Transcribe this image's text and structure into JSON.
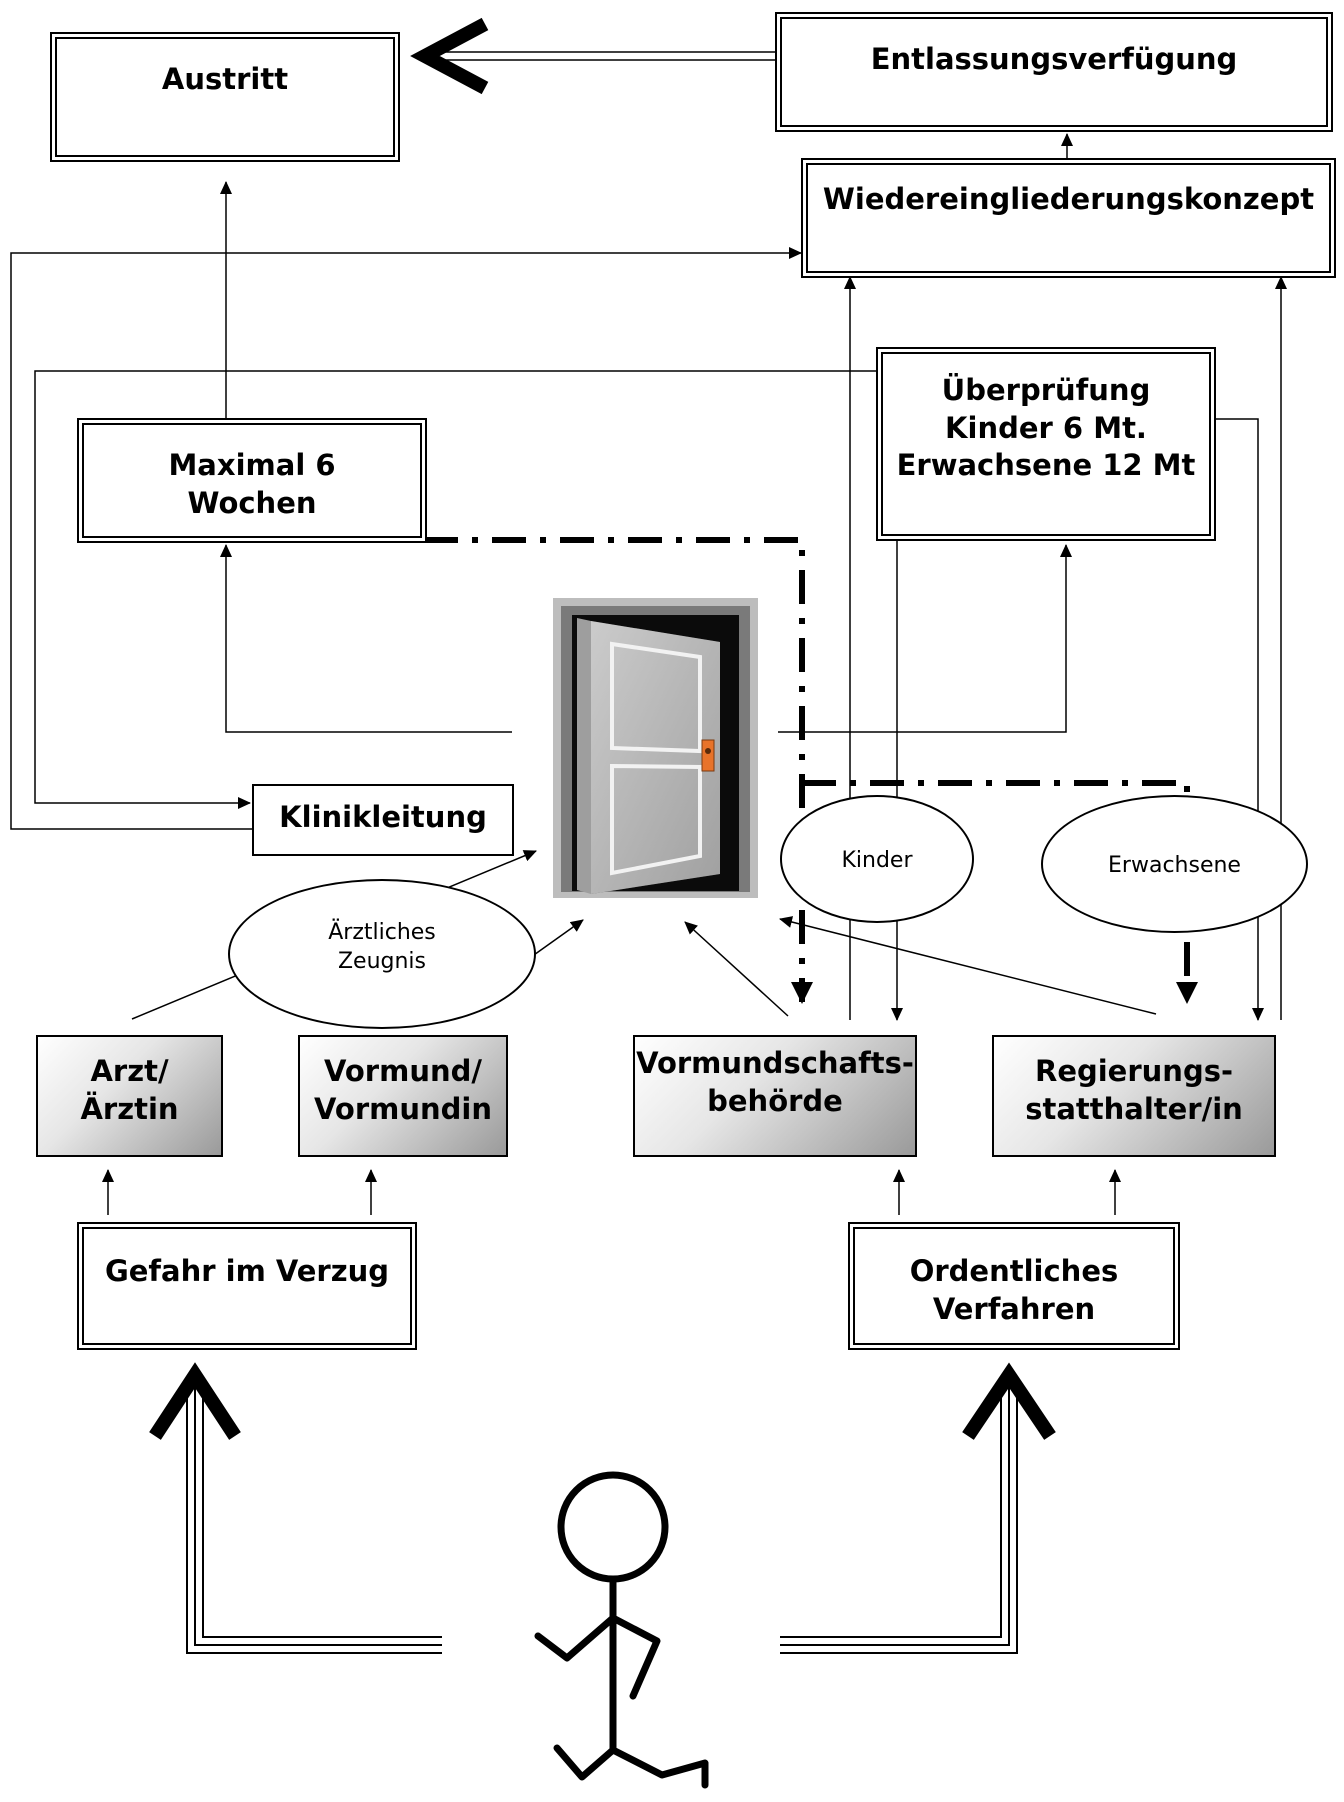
{
  "nodes": {
    "austritt": "Austritt",
    "entlassung": "Entlassungsverfügung",
    "wiedereingliederung": "Wiedereingliederungskonzept",
    "ueberpruefung": [
      "Überprüfung",
      "Kinder 6 Mt.",
      "Erwachsene 12 Mt"
    ],
    "maximal": [
      "Maximal 6",
      "Wochen"
    ],
    "klinikleitung": "Klinikleitung",
    "kinder": "Kinder",
    "erwachsene": "Erwachsene",
    "zeugnis": [
      "Ärztliches",
      "Zeugnis"
    ],
    "arzt": [
      "Arzt/",
      "Ärztin"
    ],
    "vormund": [
      "Vormund/",
      "Vormundin"
    ],
    "vormundschaft": [
      "Vormundschafts-",
      "behörde"
    ],
    "regierung": [
      "Regierungs-",
      "statthalter/in"
    ],
    "gefahr": "Gefahr im Verzug",
    "ordentlich": [
      "Ordentliches",
      "Verfahren"
    ]
  },
  "icons": [
    "door-icon",
    "stick-figure-icon"
  ]
}
